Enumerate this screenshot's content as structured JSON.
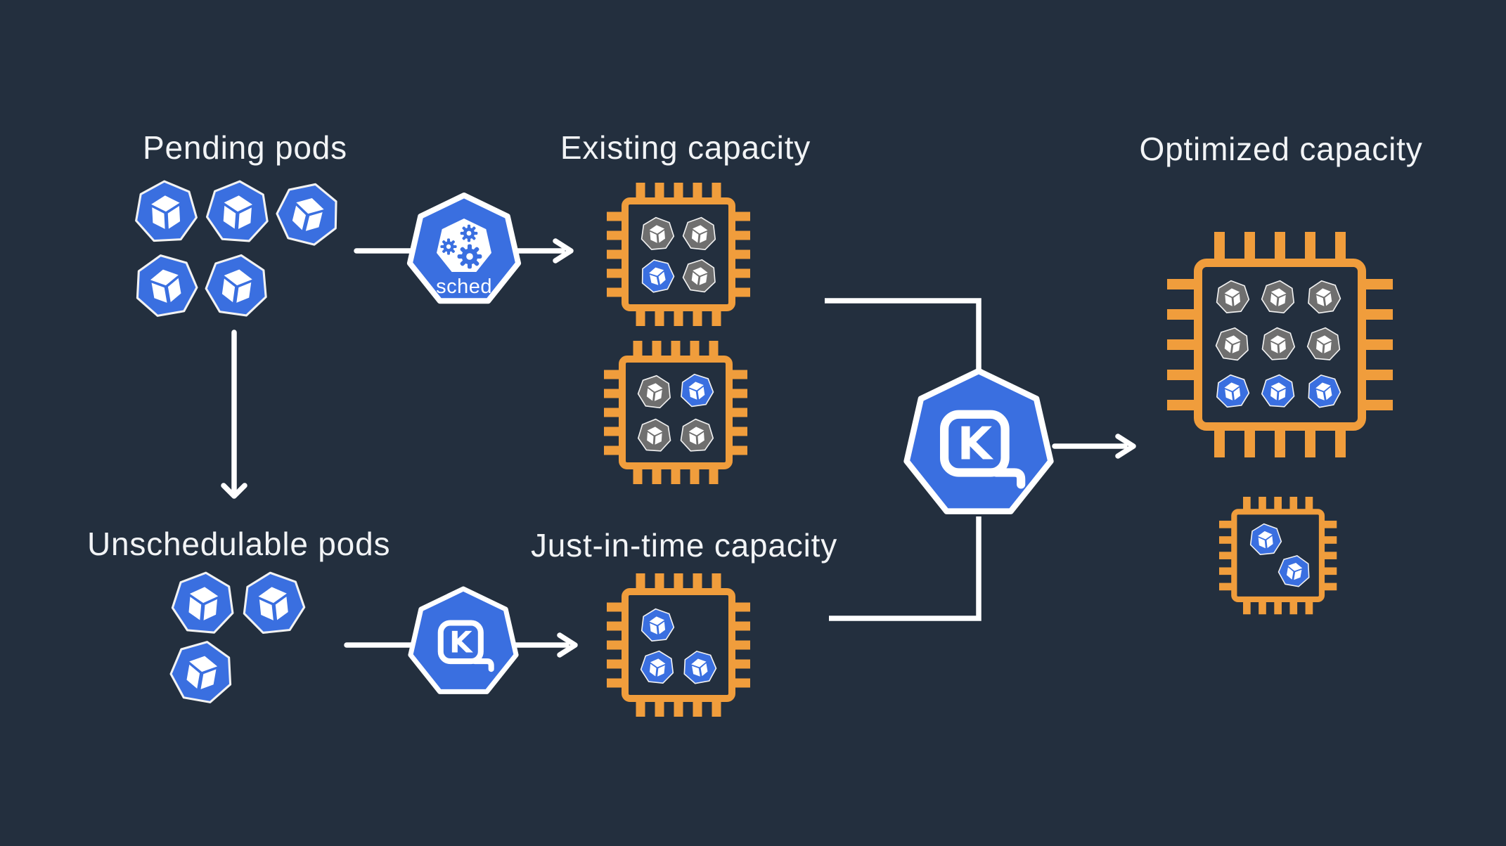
{
  "colors": {
    "background": "#232F3E",
    "chip_orange": "#F09D3C",
    "blue": "#3A6FE0",
    "gray": "#6F6F6F",
    "line_white": "#FFFFFF",
    "text": "#F2F4F6"
  },
  "labels": {
    "pending_pods": "Pending pods",
    "existing_capacity": "Existing capacity",
    "optimized_capacity": "Optimized capacity",
    "unschedulable_pods": "Unschedulable pods",
    "jit_capacity": "Just-in-time capacity",
    "scheduler": "sched",
    "karpenter_letter": "K"
  },
  "pods": {
    "pending": [
      "blue",
      "blue",
      "blue",
      "blue",
      "blue"
    ],
    "unschedulable": [
      "blue",
      "blue",
      "blue"
    ],
    "existing_chip_1": [
      "gray",
      "gray",
      "blue",
      "gray"
    ],
    "existing_chip_2": [
      "gray",
      "blue",
      "gray",
      "gray"
    ],
    "jit_chip": [
      "blue",
      "blue",
      "blue"
    ],
    "optimized_chip_large": [
      "gray",
      "gray",
      "gray",
      "gray",
      "gray",
      "gray",
      "blue",
      "blue",
      "blue"
    ],
    "optimized_chip_small": [
      "blue",
      "blue"
    ]
  }
}
